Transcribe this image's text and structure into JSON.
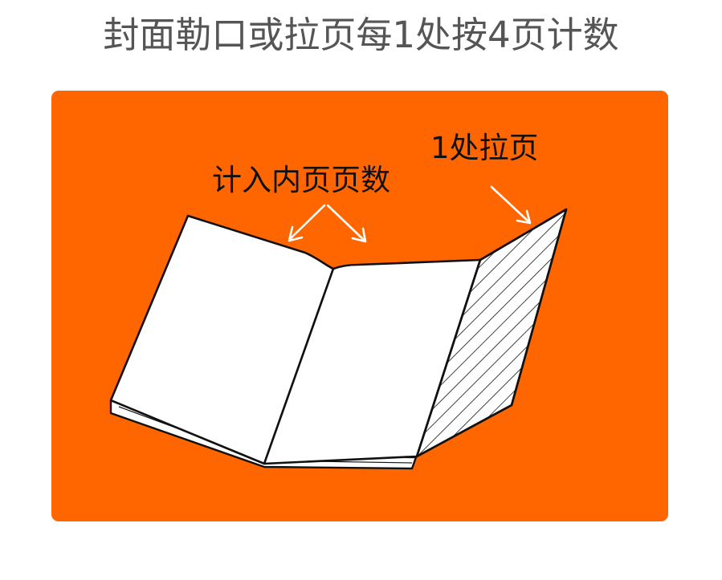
{
  "header": {
    "title": "封面勒口或拉页每1处按4页计数"
  },
  "diagram": {
    "background_color": "#ff6600",
    "labels": {
      "inner_pages": "计入内页页数",
      "foldout": "1处拉页"
    }
  }
}
